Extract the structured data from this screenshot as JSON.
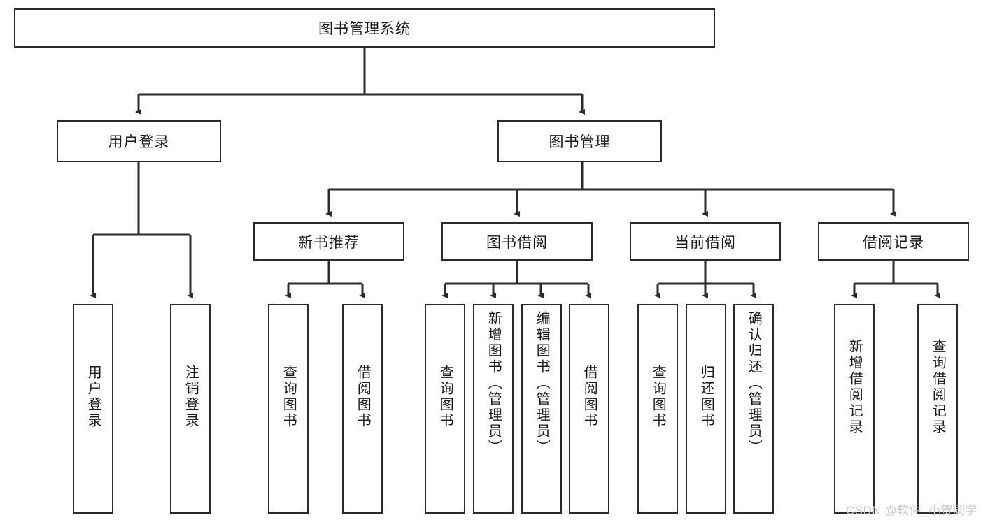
{
  "diagram": {
    "title": "图书管理系统",
    "type": "tree-hierarchy-diagram",
    "root": {
      "label": "图书管理系统"
    },
    "level2": [
      {
        "label": "用户登录"
      },
      {
        "label": "图书管理"
      }
    ],
    "level3": [
      {
        "label": "新书推荐"
      },
      {
        "label": "图书借阅"
      },
      {
        "label": "当前借阅"
      },
      {
        "label": "借阅记录"
      }
    ],
    "leaves": {
      "user_login": [
        {
          "label": "用户登录"
        },
        {
          "label": "注销登录"
        }
      ],
      "new_book_recommend": [
        {
          "label": "查询图书"
        },
        {
          "label": "借阅图书"
        }
      ],
      "book_borrow": [
        {
          "label": "查询图书"
        },
        {
          "label": "新增图书（管理员）"
        },
        {
          "label": "编辑图书（管理员）"
        },
        {
          "label": "借阅图书"
        }
      ],
      "current_borrow": [
        {
          "label": "查询图书"
        },
        {
          "label": "归还图书"
        },
        {
          "label": "确认归还（管理员）"
        }
      ],
      "borrow_record": [
        {
          "label": "新增借阅记录"
        },
        {
          "label": "查询借阅记录"
        }
      ]
    }
  },
  "watermark": {
    "text": "CSDN @软件_小贺同学"
  },
  "colors": {
    "stroke": "#2b2b2b",
    "background": "#ffffff",
    "text": "#1a1a1a",
    "watermark": "#c9c9c9"
  }
}
